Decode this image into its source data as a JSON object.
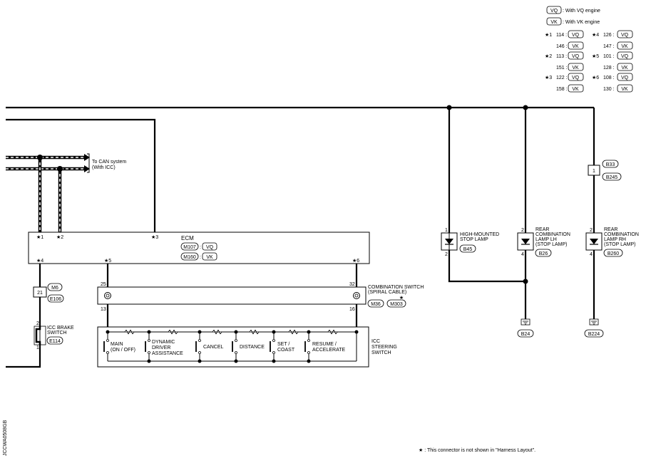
{
  "legend": {
    "vq_tag": "VQ",
    "vq_text": ": With VQ engine",
    "vk_tag": "VK",
    "vk_text": ": With VK engine",
    "s1": "★1",
    "s1_vq": "114 :",
    "s1_vk": "146 :",
    "s2": "★2",
    "s2_vq": "113 :",
    "s2_vk": "151 :",
    "s3": "★3",
    "s3_vq": "122 :",
    "s3_vk": "158 :",
    "s4": "★4",
    "s4_vq": "126 :",
    "s4_vk": "147 :",
    "s5": "★5",
    "s5_vq": "101 :",
    "s5_vk": "128 :",
    "s6": "★6",
    "s6_vq": "108 :",
    "s6_vk": "130 :"
  },
  "can": {
    "line1": "To CAN system",
    "line2": "(With ICC)"
  },
  "ecm": {
    "title": "ECM",
    "conn_vq": "M107",
    "tag_vq": "VQ",
    "conn_vk": "M160",
    "tag_vk": "VK",
    "pin_s1": "★1",
    "pin_s2": "★2",
    "pin_s3": "★3",
    "pin_s4": "★4",
    "pin_s5": "★5",
    "pin_s6": "★6"
  },
  "brake_harness": {
    "pin": "21",
    "conn_top": "M6",
    "conn_bottom": "E106"
  },
  "icc_brake": {
    "line1": "ICC BRAKE",
    "line2": "SWITCH",
    "pin_top": "2",
    "pin_bottom": "1",
    "conn": "E114"
  },
  "combo_switch": {
    "line1": "COMBINATION SWITCH",
    "line2": "(SPIRAL CABLE)",
    "pin_tl": "25",
    "pin_bl": "13",
    "pin_tr": "32",
    "pin_br": "16",
    "conn1": "M36",
    "conn2": "M303",
    "star": "★"
  },
  "icc_steering": {
    "line1": "ICC",
    "line2": "STEERING",
    "line3": "SWITCH",
    "sw_main_1": "MAIN",
    "sw_main_2": "(ON / OFF)",
    "sw_ddas_1": "DYNAMIC",
    "sw_ddas_2": "DRIVER",
    "sw_ddas_3": "ASSISTANCE",
    "sw_cancel": "CANCEL",
    "sw_distance": "DISTANCE",
    "sw_set_1": "SET /",
    "sw_set_2": "COAST",
    "sw_resume_1": "RESUME /",
    "sw_resume_2": "ACCELERATE"
  },
  "hm_stop": {
    "line1": "HIGH-MOUNTED",
    "line2": "STOP LAMP",
    "pin_top": "1",
    "pin_bottom": "2",
    "conn": "B45"
  },
  "rear_lh": {
    "line1": "REAR",
    "line2": "COMBINATION",
    "line3": "LAMP LH",
    "line4": "(STOP LAMP)",
    "pin_top": "2",
    "pin_bottom": "4",
    "conn": "B26"
  },
  "rear_rh": {
    "line1": "REAR",
    "line2": "COMBINATION",
    "line3": "LAMP RH",
    "line4": "(STOP LAMP)",
    "pin_top": "2",
    "pin_bottom": "4",
    "conn": "B260"
  },
  "rh_harness": {
    "pin": "1",
    "conn_top": "B33",
    "conn_bottom": "B245"
  },
  "grounds": {
    "g1": "B24",
    "g2": "B224"
  },
  "footnote": "★ : This connector is not shown in \"Harness Layout\".",
  "figure_id": "JCCWA0508GB"
}
